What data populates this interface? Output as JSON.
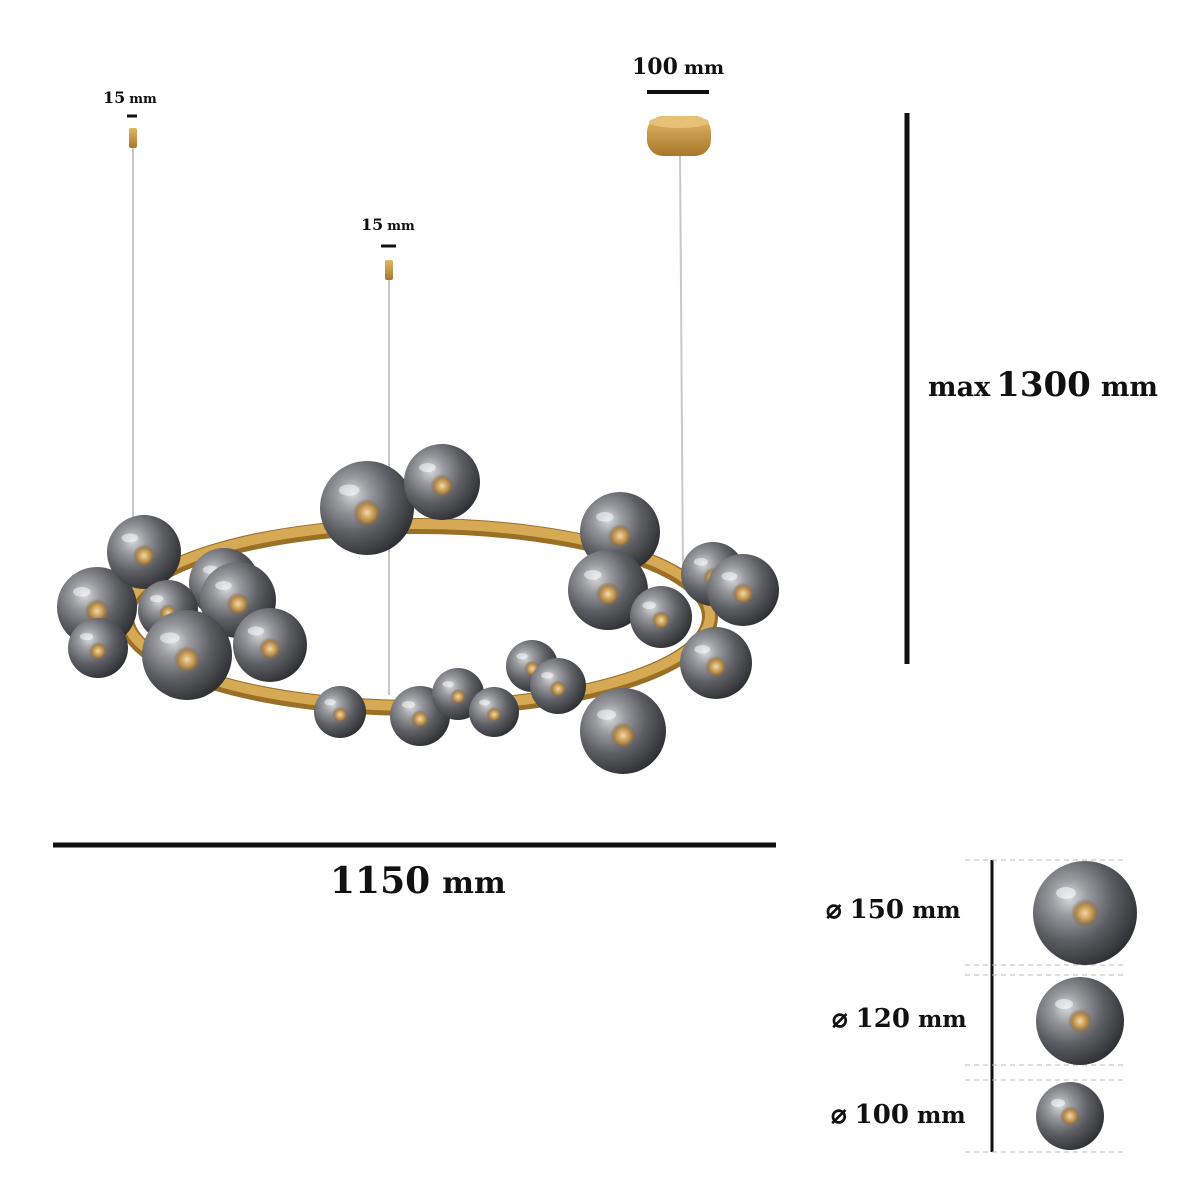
{
  "colors": {
    "brass": "#c99a44",
    "brass_dark": "#9a6f26",
    "smoke_glass": "#5f6065",
    "dimension_line": "#111111"
  },
  "dimensions": {
    "mount_small_1": {
      "value": "15",
      "unit": "mm"
    },
    "mount_small_2": {
      "value": "15",
      "unit": "mm"
    },
    "canopy": {
      "value": "100",
      "unit": "mm"
    },
    "height": {
      "prefix": "max",
      "value": "1300",
      "unit": "mm"
    },
    "width": {
      "value": "1150",
      "unit": "mm"
    }
  },
  "ball_sizes": [
    {
      "symbol": "⌀",
      "value": "150",
      "unit": "mm"
    },
    {
      "symbol": "⌀",
      "value": "120",
      "unit": "mm"
    },
    {
      "symbol": "⌀",
      "value": "100",
      "unit": "mm"
    }
  ]
}
